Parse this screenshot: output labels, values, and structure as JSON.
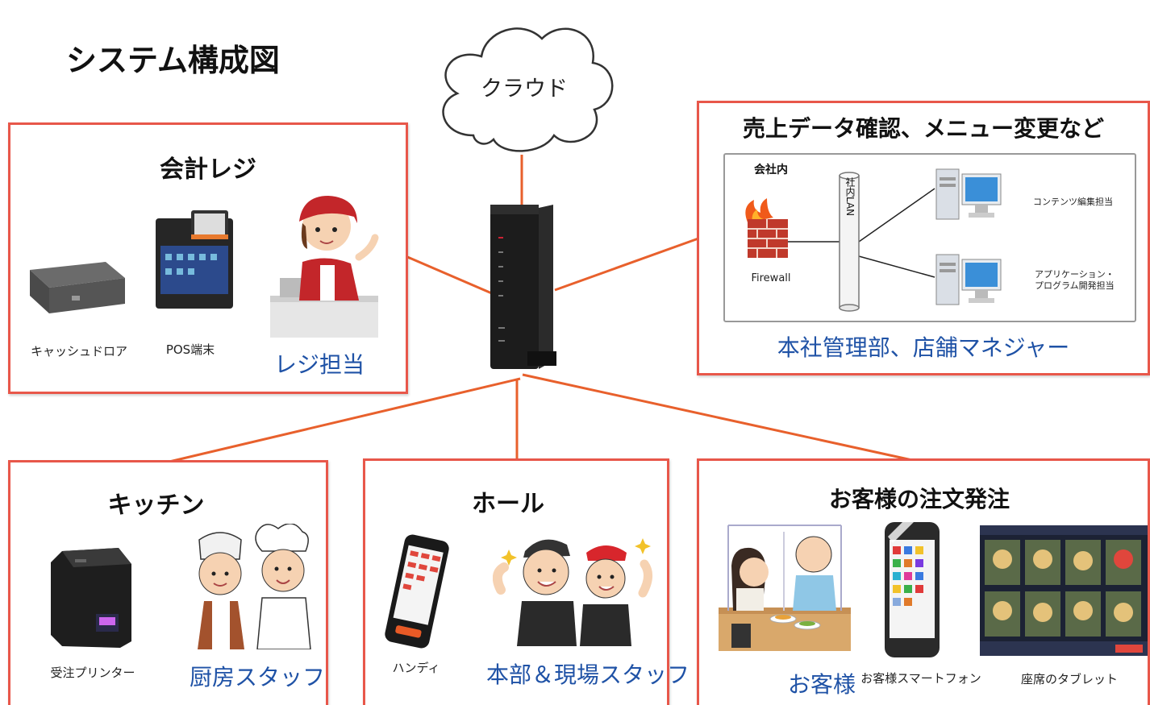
{
  "diagram_title": "システム構成図",
  "cloud_label": "クラウド",
  "register": {
    "title": "会計レジ",
    "cash_drawer": "キャッシュドロア",
    "pos": "POS端末",
    "role": "レジ担当"
  },
  "management": {
    "title": "売上データ確認、メニュー変更など",
    "inside_label": "会社内",
    "firewall": "Firewall",
    "lan": "社内LAN",
    "content_editor": "コンテンツ編集担当",
    "app_dev_line1": "アプリケーション・",
    "app_dev_line2": "プログラム開発担当",
    "role": "本社管理部、店舗マネジャー"
  },
  "kitchen": {
    "title": "キッチン",
    "printer": "受注プリンター",
    "role": "厨房スタッフ"
  },
  "hall": {
    "title": "ホール",
    "handy": "ハンディ",
    "role": "本部＆現場スタッフ"
  },
  "customer": {
    "title": "お客様の注文発注",
    "role": "お客様",
    "smartphone": "お客様スマートフォン",
    "tablet": "座席のタブレット"
  },
  "colors": {
    "panel_border": "#e8574a",
    "connector": "#e8602c",
    "role_text": "#1f52a6"
  }
}
